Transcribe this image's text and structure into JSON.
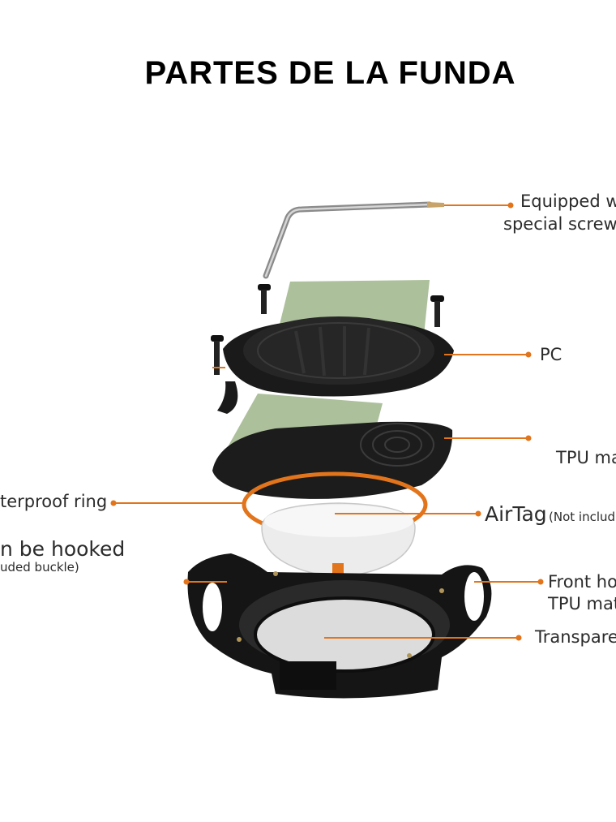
{
  "title": "PARTES DE LA FUNDA",
  "colors": {
    "accent": "#e2741b",
    "glass": "#9db58a",
    "body": "#151515",
    "airtag": "#ececec"
  },
  "labels": {
    "screwdriver_1": "Equipped w",
    "screwdriver_2": "special screwd",
    "pc": "PC",
    "tpu_mat": "TPU ma",
    "waterproof": "terproof  ring",
    "airtag": "AirTag",
    "airtag_note": "(Not includ",
    "hooked_1": "n be hooked",
    "hooked_2": "uded buckle)",
    "front_1": "Front ho",
    "front_2": "TPU mat",
    "transparent": "Transpare"
  }
}
